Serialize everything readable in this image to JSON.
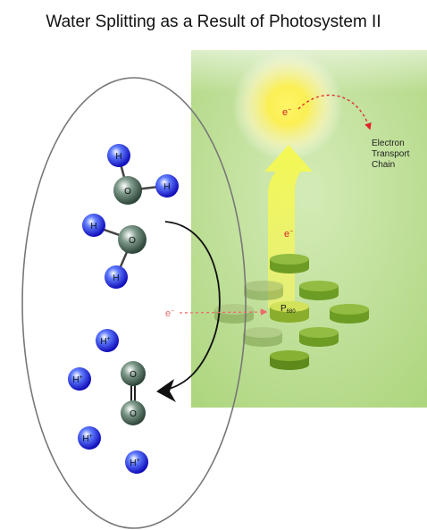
{
  "title": "Water Splitting as a Result of Photosystem II",
  "labels": {
    "hydrogen": "H",
    "oxygen": "O",
    "proton": "H",
    "proton_charge": "+",
    "electron": "e",
    "electron_charge": "−",
    "p680_main": "P",
    "p680_sub": "680",
    "etc_line1": "Electron",
    "etc_line2": "Transport",
    "etc_line3": "Chain"
  },
  "colors": {
    "green_bg": "#b9dc8f",
    "green_disc": "#8db43a",
    "green_disc_dark": "#5e8a1c",
    "hydrogen_blue": "#1d1ad6",
    "oxygen_gray": "#3e5a4e",
    "sun_yellow": "#ffe94a",
    "arrow_yellow": "#f3f56b",
    "electron_red": "#e0222a"
  }
}
